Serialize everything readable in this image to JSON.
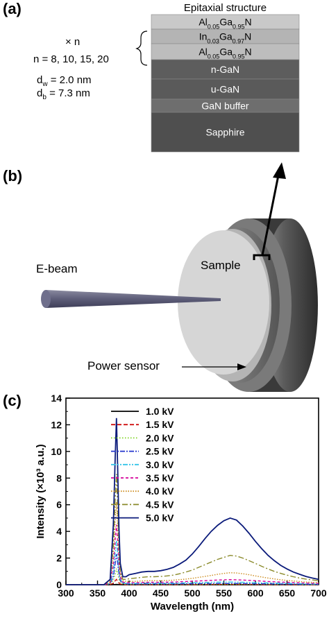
{
  "panel_a": {
    "label": "(a)",
    "multiplier": "× n",
    "n_values": "n = 8, 10, 15, 20",
    "dw": {
      "sym": "d",
      "sub": "w",
      "val": " = 2.0 nm"
    },
    "db": {
      "sym": "d",
      "sub": "b",
      "val": " = 7.3 nm"
    },
    "stack": {
      "title": "Epitaxial structure",
      "layers": [
        {
          "parts": [
            "Al",
            "0.05",
            "Ga",
            "0.95",
            "N"
          ],
          "fill": "#c9c9c9",
          "text": "#000000"
        },
        {
          "parts": [
            "In",
            "0.03",
            "Ga",
            "0.97",
            "N"
          ],
          "fill": "#b4b4b4",
          "text": "#000000"
        },
        {
          "parts": [
            "Al",
            "0.05",
            "Ga",
            "0.95",
            "N"
          ],
          "fill": "#bdbdbd",
          "text": "#000000"
        },
        {
          "parts": [
            "n-GaN"
          ],
          "fill": "#5d5d5d",
          "text": "#ffffff"
        },
        {
          "parts": [
            "u-GaN"
          ],
          "fill": "#5a5a5a",
          "text": "#ffffff"
        },
        {
          "parts": [
            "GaN buffer"
          ],
          "fill": "#6e6e6e",
          "text": "#ffffff"
        },
        {
          "parts": [
            "Sapphire"
          ],
          "fill": "#4f4f4f",
          "text": "#ffffff"
        }
      ]
    }
  },
  "panel_b": {
    "label": "(b)",
    "ebeam": "E-beam",
    "sample": "Sample",
    "sensor": "Power sensor"
  },
  "panel_c": {
    "label": "(c)"
  },
  "chart_data": {
    "type": "line",
    "xlabel": "Wavelength (nm)",
    "ylabel": "Intensity (×10³ a.u.)",
    "xlim": [
      300,
      700
    ],
    "ylim": [
      0,
      14
    ],
    "xticks": [
      300,
      350,
      400,
      450,
      500,
      550,
      600,
      650,
      700
    ],
    "yticks": [
      0,
      2,
      4,
      6,
      8,
      10,
      12,
      14
    ],
    "legend_position": "top-center",
    "x": [
      300,
      350,
      360,
      370,
      375,
      378,
      380,
      382,
      384,
      386,
      390,
      395,
      400,
      410,
      420,
      430,
      440,
      450,
      460,
      470,
      480,
      490,
      500,
      510,
      520,
      530,
      540,
      550,
      560,
      570,
      580,
      590,
      600,
      610,
      620,
      630,
      640,
      650,
      660,
      670,
      680,
      690,
      700
    ],
    "series": [
      {
        "name": "1.0 kV",
        "color": "#000000",
        "dash": "",
        "values": [
          0,
          0,
          0,
          0,
          0.01,
          0.02,
          0.03,
          0.02,
          0.01,
          0.01,
          0,
          0,
          0,
          0,
          0,
          0,
          0,
          0,
          0,
          0,
          0,
          0,
          0,
          0,
          0,
          0,
          0,
          0,
          0,
          0,
          0,
          0,
          0,
          0,
          0,
          0,
          0,
          0,
          0,
          0,
          0,
          0,
          0
        ]
      },
      {
        "name": "1.5 kV",
        "color": "#d01010",
        "dash": "6,3",
        "values": [
          0,
          0,
          0,
          0.02,
          0.1,
          0.3,
          0.4,
          0.25,
          0.12,
          0.05,
          0.02,
          0.01,
          0.01,
          0.01,
          0.01,
          0.01,
          0.01,
          0.01,
          0.01,
          0.01,
          0.01,
          0.01,
          0.01,
          0.01,
          0.01,
          0.02,
          0.02,
          0.02,
          0.02,
          0.02,
          0.02,
          0.02,
          0.02,
          0.01,
          0.01,
          0.01,
          0.01,
          0.01,
          0.01,
          0.01,
          0,
          0,
          0
        ]
      },
      {
        "name": "2.0 kV",
        "color": "#7ed321",
        "dash": "1.5,2.5",
        "values": [
          0,
          0,
          0,
          0.05,
          0.3,
          0.8,
          1.2,
          0.8,
          0.4,
          0.15,
          0.05,
          0.03,
          0.02,
          0.02,
          0.02,
          0.02,
          0.02,
          0.02,
          0.02,
          0.02,
          0.02,
          0.02,
          0.02,
          0.02,
          0.03,
          0.03,
          0.03,
          0.03,
          0.03,
          0.03,
          0.03,
          0.03,
          0.03,
          0.03,
          0.02,
          0.02,
          0.02,
          0.02,
          0.02,
          0.02,
          0.01,
          0.01,
          0.01
        ]
      },
      {
        "name": "2.5 kV",
        "color": "#2233cc",
        "dash": "7,2,2,2",
        "values": [
          0,
          0,
          0,
          0.08,
          0.6,
          1.6,
          2.3,
          1.6,
          0.8,
          0.3,
          0.1,
          0.06,
          0.05,
          0.05,
          0.06,
          0.06,
          0.06,
          0.06,
          0.06,
          0.06,
          0.06,
          0.07,
          0.07,
          0.08,
          0.08,
          0.08,
          0.09,
          0.09,
          0.09,
          0.09,
          0.08,
          0.08,
          0.07,
          0.07,
          0.06,
          0.05,
          0.05,
          0.04,
          0.04,
          0.03,
          0.03,
          0.02,
          0.02
        ]
      },
      {
        "name": "3.0 kV",
        "color": "#33c4e8",
        "dash": "7,2,2,2,2,2",
        "values": [
          0,
          0,
          0,
          0.1,
          1.0,
          2.4,
          3.3,
          2.3,
          1.1,
          0.45,
          0.15,
          0.1,
          0.1,
          0.1,
          0.11,
          0.12,
          0.12,
          0.12,
          0.12,
          0.12,
          0.13,
          0.14,
          0.15,
          0.16,
          0.17,
          0.18,
          0.19,
          0.2,
          0.2,
          0.19,
          0.18,
          0.17,
          0.16,
          0.14,
          0.13,
          0.12,
          0.11,
          0.1,
          0.09,
          0.08,
          0.07,
          0.06,
          0.05
        ]
      },
      {
        "name": "3.5 kV",
        "color": "#d4009a",
        "dash": "4,3",
        "values": [
          0,
          0,
          0,
          0.15,
          1.5,
          3.4,
          4.5,
          3.2,
          1.6,
          0.6,
          0.2,
          0.15,
          0.15,
          0.15,
          0.17,
          0.18,
          0.18,
          0.18,
          0.19,
          0.2,
          0.22,
          0.24,
          0.26,
          0.28,
          0.3,
          0.33,
          0.35,
          0.37,
          0.38,
          0.37,
          0.35,
          0.33,
          0.3,
          0.27,
          0.24,
          0.22,
          0.2,
          0.18,
          0.16,
          0.14,
          0.12,
          0.11,
          0.1
        ]
      },
      {
        "name": "4.0 kV",
        "color": "#cc8a1a",
        "dash": "1.5,2",
        "values": [
          0,
          0,
          0,
          0.2,
          2.2,
          4.8,
          6.2,
          4.4,
          2.2,
          0.8,
          0.3,
          0.25,
          0.25,
          0.25,
          0.28,
          0.3,
          0.3,
          0.3,
          0.32,
          0.34,
          0.38,
          0.42,
          0.48,
          0.55,
          0.62,
          0.7,
          0.78,
          0.85,
          0.9,
          0.88,
          0.82,
          0.75,
          0.66,
          0.58,
          0.5,
          0.43,
          0.37,
          0.32,
          0.28,
          0.24,
          0.2,
          0.18,
          0.16
        ]
      },
      {
        "name": "4.5 kV",
        "color": "#8a8a2a",
        "dash": "8,3,2,3",
        "values": [
          0,
          0,
          0,
          0.3,
          3.0,
          6.4,
          8.3,
          5.8,
          2.9,
          1.0,
          0.4,
          0.4,
          0.45,
          0.5,
          0.55,
          0.6,
          0.6,
          0.62,
          0.66,
          0.72,
          0.82,
          0.95,
          1.1,
          1.3,
          1.5,
          1.7,
          1.9,
          2.05,
          2.2,
          2.15,
          2.0,
          1.8,
          1.6,
          1.38,
          1.18,
          1.0,
          0.85,
          0.72,
          0.6,
          0.5,
          0.42,
          0.36,
          0.3
        ]
      },
      {
        "name": "5.0 kV",
        "color": "#0a1a7a",
        "dash": "",
        "values": [
          0,
          0,
          0,
          0.4,
          4.5,
          9.6,
          12.5,
          8.6,
          4.2,
          1.6,
          0.6,
          0.6,
          0.75,
          0.85,
          0.95,
          1.0,
          1.0,
          1.05,
          1.15,
          1.3,
          1.55,
          1.85,
          2.3,
          2.85,
          3.45,
          4.0,
          4.45,
          4.8,
          5.0,
          4.85,
          4.4,
          3.85,
          3.25,
          2.7,
          2.2,
          1.8,
          1.45,
          1.18,
          0.95,
          0.78,
          0.62,
          0.5,
          0.4
        ]
      }
    ]
  }
}
